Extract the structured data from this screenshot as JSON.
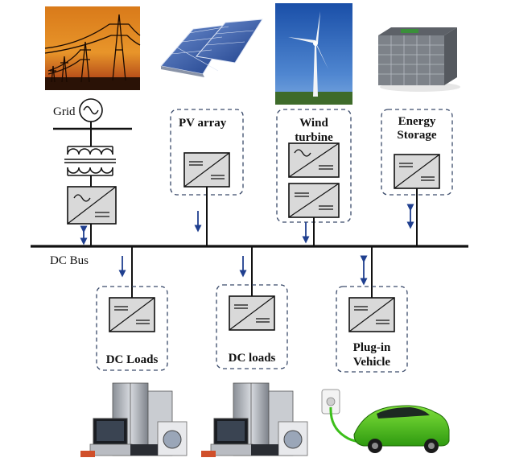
{
  "labels": {
    "grid": "Grid",
    "dc_bus": "DC Bus",
    "pv_line1": "PV array",
    "wind_line1": "Wind",
    "wind_line2": "turbine",
    "storage_line1": "Energy",
    "storage_line2": "Storage",
    "dc_loads_1": "DC Loads",
    "dc_loads_2": "DC loads",
    "ev_line1": "Plug-in",
    "ev_line2": "Vehicle"
  },
  "icons": {
    "grid_photo": "power-transmission-tower-sunset-photo",
    "pv_photo": "solar-panel-array-photo",
    "wind_photo": "wind-turbine-photo",
    "storage_photo": "battery-storage-rack-photo",
    "appliances_photo": "home-appliances-photo",
    "ev_photo": "electric-vehicle-charging-photo",
    "converter": "power-converter-symbol",
    "transformer": "transformer-symbol",
    "ac_source": "ac-source-symbol",
    "flow_down": "unidirectional-arrow",
    "flow_bi": "bidirectional-arrow"
  },
  "colors": {
    "line": "#111111",
    "arrow": "#1f3f8f",
    "converter_fill": "#d9d9d9",
    "dash": "#3a4a6a"
  }
}
